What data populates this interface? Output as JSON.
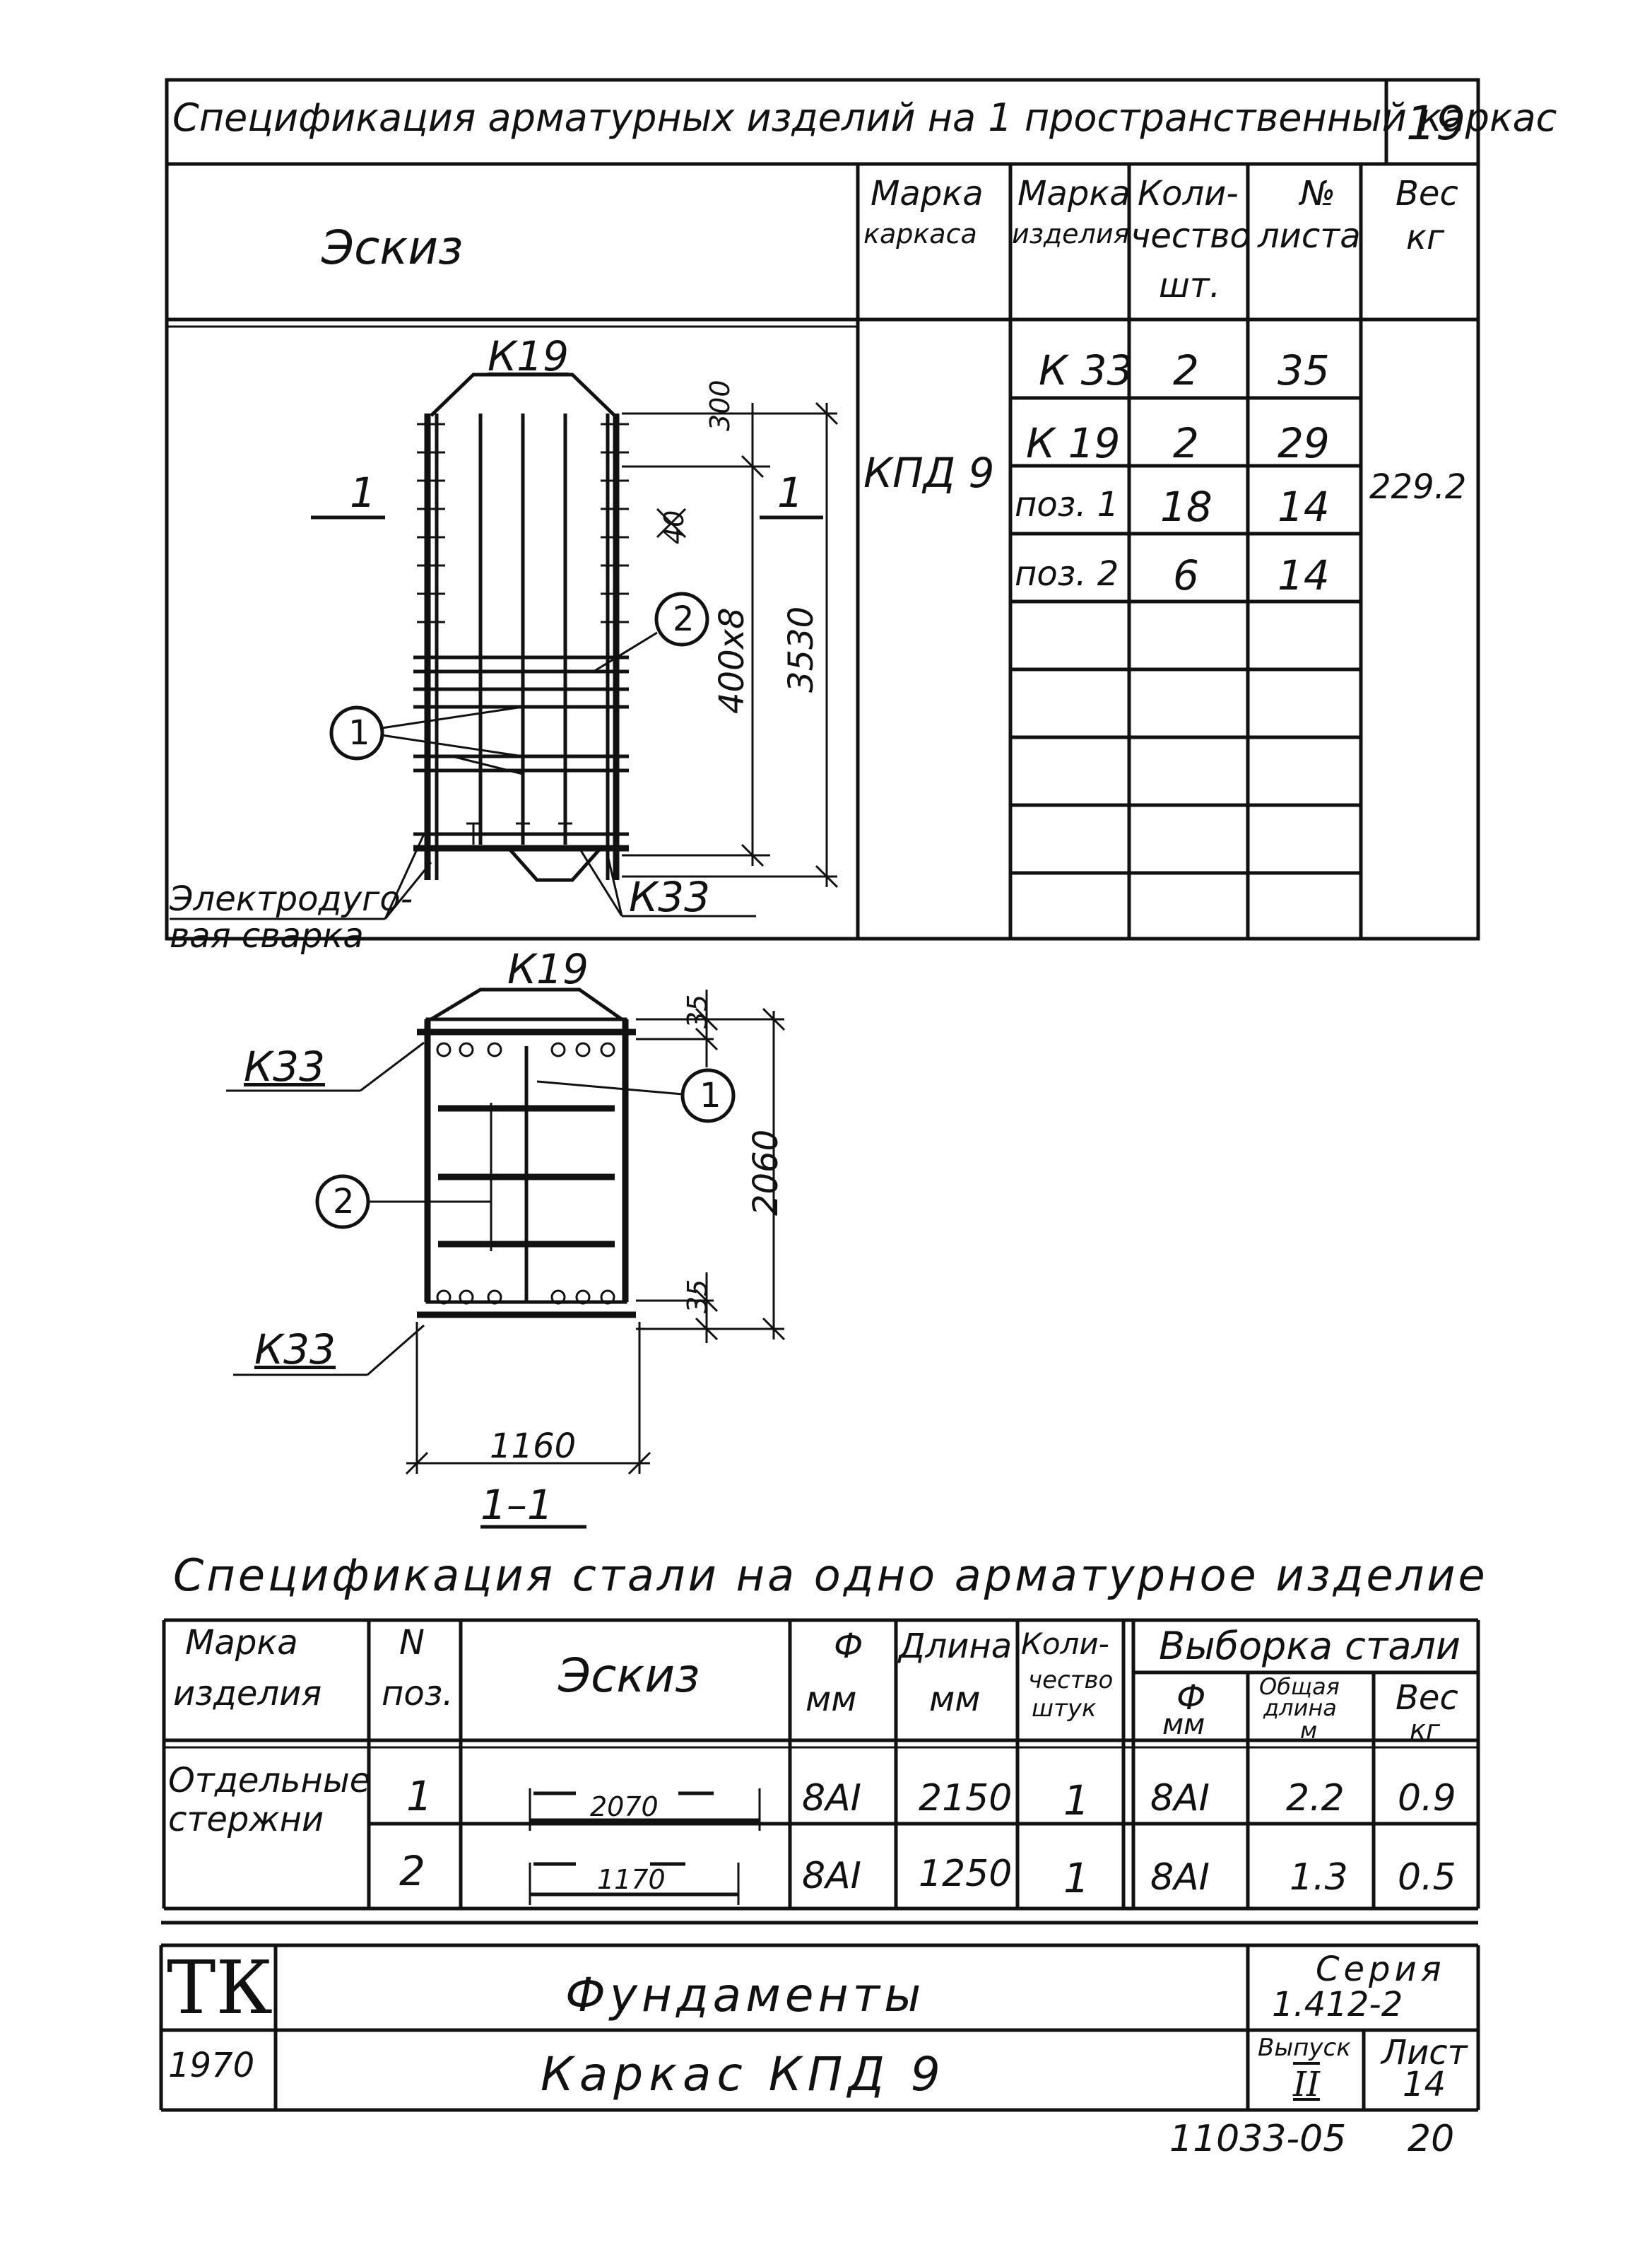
{
  "top_spec": {
    "title": "Спецификация арматурных изделий на 1 пространственный каркас",
    "sheet_no": "19",
    "headers": {
      "sketch": "Эскиз",
      "frame_mark": [
        "Марка",
        "каркаса"
      ],
      "item_mark": [
        "Марка",
        "изделия"
      ],
      "quantity": [
        "Коли-",
        "чество",
        "шт."
      ],
      "sheet": [
        "№",
        "листа"
      ],
      "weight": [
        "Вес",
        "кг"
      ]
    },
    "frame_mark": "КПД 9",
    "weight": "229.2",
    "rows": [
      {
        "item": "К 33",
        "qty": "2",
        "sheet": "35"
      },
      {
        "item": "К 19",
        "qty": "2",
        "sheet": "29"
      },
      {
        "item": "поз. 1",
        "qty": "18",
        "sheet": "14"
      },
      {
        "item": "поз. 2",
        "qty": "6",
        "sheet": "14"
      }
    ]
  },
  "drawing": {
    "k19_top": "К19",
    "k33_right": "К33",
    "section_mark": "1",
    "dim_300": "300",
    "dim_40": "40",
    "dim_400x8": "400х8",
    "dim_3530": "3530",
    "callout_1": "1",
    "callout_2": "2",
    "welding": [
      "Электродуго-",
      "вая сварка"
    ],
    "sec_k19": "К19",
    "sec_k33_top": "К33",
    "sec_k33_bottom": "К33",
    "dim_35_top": "35",
    "dim_35_bottom": "35",
    "dim_2060": "2060",
    "dim_1160": "1160",
    "section_title": "1–1"
  },
  "steel_spec": {
    "title": "Спецификация стали на одно арматурное изделие",
    "headers": {
      "item_mark": [
        "Марка",
        "изделия"
      ],
      "pos": [
        "N",
        "поз."
      ],
      "sketch": "Эскиз",
      "phi": [
        "Ф",
        "мм"
      ],
      "length": [
        "Длина",
        "мм"
      ],
      "count": [
        "Коли-",
        "чество",
        "штук"
      ],
      "selection": "Выборка стали",
      "sel_phi": [
        "Ф",
        "мм"
      ],
      "sel_length": [
        "Общая",
        "длина",
        "м"
      ],
      "sel_weight": [
        "Вес",
        "кг"
      ]
    },
    "item_mark": [
      "Отдельные",
      "стержни"
    ],
    "rows": [
      {
        "pos": "1",
        "sketch_dim": "2070",
        "phi": "8АI",
        "length": "2150",
        "count": "1",
        "sel_phi": "8АI",
        "sel_length": "2.2",
        "sel_weight": "0.9"
      },
      {
        "pos": "2",
        "sketch_dim": "1170",
        "phi": "8АI",
        "length": "1250",
        "count": "1",
        "sel_phi": "8АI",
        "sel_length": "1.3",
        "sel_weight": "0.5"
      }
    ]
  },
  "title_block": {
    "org": "ТК",
    "year": "1970",
    "subject": "Фундаменты",
    "name": "Каркас КПД 9",
    "series_label": "Серия",
    "series": "1.412-2",
    "issue_label": "Выпуск",
    "issue": "II",
    "sheet_label": "Лист",
    "sheet": "14"
  },
  "footer": {
    "code": "11033-05",
    "page": "20"
  }
}
